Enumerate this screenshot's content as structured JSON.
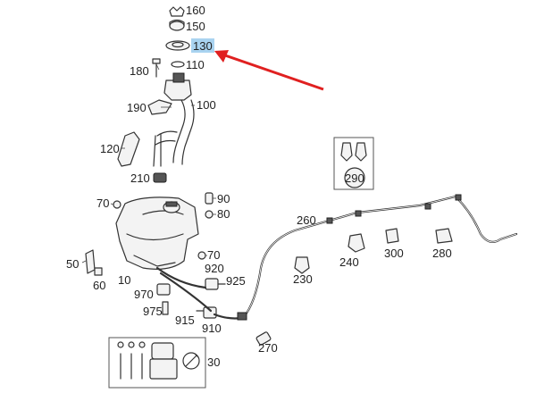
{
  "diagram": {
    "highlight_color": "#a9d3f0",
    "arrow_color": "#e02020",
    "labels": {
      "p160": "160",
      "p150": "150",
      "p130": "130",
      "p110": "110",
      "p180": "180",
      "p190": "190",
      "p100": "100",
      "p120": "120",
      "p210": "210",
      "p70a": "70",
      "p90": "90",
      "p80": "80",
      "p260": "260",
      "p290": "290",
      "p50": "50",
      "p60": "60",
      "p10": "10",
      "p70b": "70",
      "p920": "920",
      "p925": "925",
      "p970": "970",
      "p975": "975",
      "p915": "915",
      "p910": "910",
      "p230": "230",
      "p240": "240",
      "p300": "300",
      "p280": "280",
      "p270": "270",
      "p30": "30"
    }
  }
}
